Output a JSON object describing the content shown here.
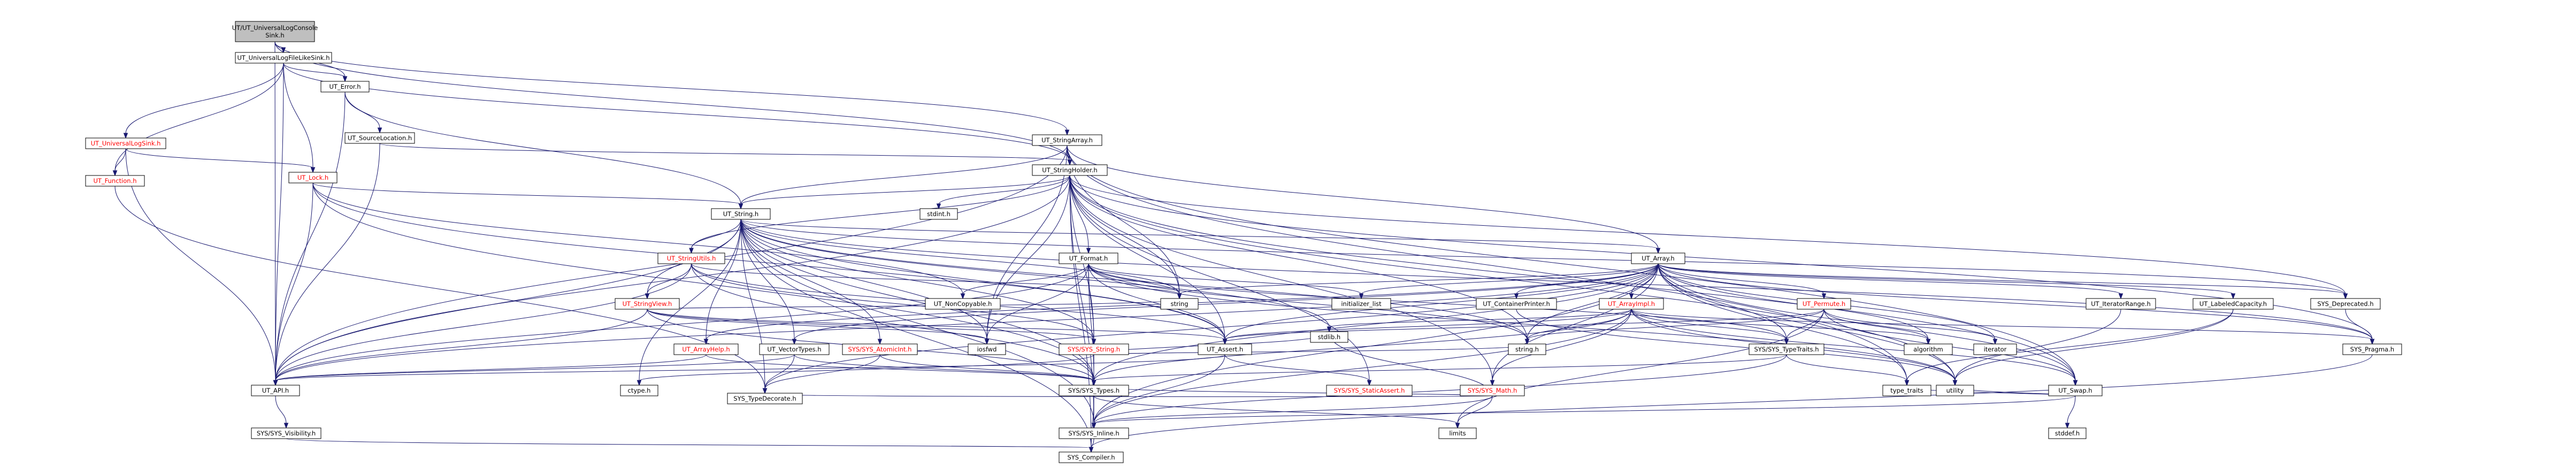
{
  "colors": {
    "root_fill": "#bfbfbf",
    "node_fill": "#ffffff",
    "node_border": "#000000",
    "normal_text": "#000000",
    "linked_text": "#ff0000",
    "edge": "#191970"
  },
  "nodes": [
    {
      "id": "root",
      "lines": [
        "UT/UT_UniversalLogConsole",
        "Sink.h"
      ],
      "style": "root"
    },
    {
      "id": "ulfls",
      "lines": [
        "UT_UniversalLogFileLikeSink.h"
      ],
      "style": "normal"
    },
    {
      "id": "ulsink",
      "lines": [
        "UT_UniversalLogSink.h"
      ],
      "style": "linked"
    },
    {
      "id": "function",
      "lines": [
        "UT_Function.h"
      ],
      "style": "linked"
    },
    {
      "id": "error",
      "lines": [
        "UT_Error.h"
      ],
      "style": "normal"
    },
    {
      "id": "srcloc",
      "lines": [
        "UT_SourceLocation.h"
      ],
      "style": "normal"
    },
    {
      "id": "lock",
      "lines": [
        "UT_Lock.h"
      ],
      "style": "linked"
    },
    {
      "id": "strarray",
      "lines": [
        "UT_StringArray.h"
      ],
      "style": "normal"
    },
    {
      "id": "strholder",
      "lines": [
        "UT_StringHolder.h"
      ],
      "style": "normal"
    },
    {
      "id": "utstring",
      "lines": [
        "UT_String.h"
      ],
      "style": "normal"
    },
    {
      "id": "stdint",
      "lines": [
        "stdint.h"
      ],
      "style": "normal"
    },
    {
      "id": "strutils",
      "lines": [
        "UT_StringUtils.h"
      ],
      "style": "linked"
    },
    {
      "id": "strview",
      "lines": [
        "UT_StringView.h"
      ],
      "style": "linked"
    },
    {
      "id": "format",
      "lines": [
        "UT_Format.h"
      ],
      "style": "normal"
    },
    {
      "id": "noncopy",
      "lines": [
        "UT_NonCopyable.h"
      ],
      "style": "normal"
    },
    {
      "id": "string",
      "lines": [
        "string"
      ],
      "style": "normal"
    },
    {
      "id": "initlist",
      "lines": [
        "initializer_list"
      ],
      "style": "normal"
    },
    {
      "id": "array",
      "lines": [
        "UT_Array.h"
      ],
      "style": "normal"
    },
    {
      "id": "arrayimpl",
      "lines": [
        "UT_ArrayImpl.h"
      ],
      "style": "linked"
    },
    {
      "id": "permute",
      "lines": [
        "UT_Permute.h"
      ],
      "style": "linked"
    },
    {
      "id": "contprinter",
      "lines": [
        "UT_ContainerPrinter.h"
      ],
      "style": "normal"
    },
    {
      "id": "iterrange",
      "lines": [
        "UT_IteratorRange.h"
      ],
      "style": "normal"
    },
    {
      "id": "labcap",
      "lines": [
        "UT_LabeledCapacity.h"
      ],
      "style": "normal"
    },
    {
      "id": "deprecated",
      "lines": [
        "SYS_Deprecated.h"
      ],
      "style": "normal"
    },
    {
      "id": "arrayhelp",
      "lines": [
        "UT_ArrayHelp.h"
      ],
      "style": "linked"
    },
    {
      "id": "vectortypes",
      "lines": [
        "UT_VectorTypes.h"
      ],
      "style": "normal"
    },
    {
      "id": "atomicint",
      "lines": [
        "SYS/SYS_AtomicInt.h"
      ],
      "style": "linked"
    },
    {
      "id": "iosfwd",
      "lines": [
        "iosfwd"
      ],
      "style": "normal"
    },
    {
      "id": "sysstring",
      "lines": [
        "SYS/SYS_String.h"
      ],
      "style": "linked"
    },
    {
      "id": "assert",
      "lines": [
        "UT_Assert.h"
      ],
      "style": "normal"
    },
    {
      "id": "sysmath",
      "lines": [
        "SYS/SYS_Math.h"
      ],
      "style": "linked"
    },
    {
      "id": "typetraits",
      "lines": [
        "SYS/SYS_TypeTraits.h"
      ],
      "style": "normal"
    },
    {
      "id": "algorithm",
      "lines": [
        "algorithm"
      ],
      "style": "normal"
    },
    {
      "id": "iterator",
      "lines": [
        "iterator"
      ],
      "style": "normal"
    },
    {
      "id": "swap",
      "lines": [
        "UT_Swap.h"
      ],
      "style": "normal"
    },
    {
      "id": "pragma",
      "lines": [
        "SYS_Pragma.h"
      ],
      "style": "normal"
    },
    {
      "id": "staticassert",
      "lines": [
        "SYS/SYS_StaticAssert.h"
      ],
      "style": "linked"
    },
    {
      "id": "ctype",
      "lines": [
        "ctype.h"
      ],
      "style": "normal"
    },
    {
      "id": "typedecorate",
      "lines": [
        "SYS_TypeDecorate.h"
      ],
      "style": "normal"
    },
    {
      "id": "systypes",
      "lines": [
        "SYS/SYS_Types.h"
      ],
      "style": "normal"
    },
    {
      "id": "stdlib",
      "lines": [
        "stdlib.h"
      ],
      "style": "normal"
    },
    {
      "id": "cstring",
      "lines": [
        "string.h"
      ],
      "style": "normal"
    },
    {
      "id": "utility",
      "lines": [
        "utility"
      ],
      "style": "normal"
    },
    {
      "id": "stddef",
      "lines": [
        "stddef.h"
      ],
      "style": "normal"
    },
    {
      "id": "stdtypetraits",
      "lines": [
        "type_traits"
      ],
      "style": "normal"
    },
    {
      "id": "utapi",
      "lines": [
        "UT_API.h"
      ],
      "style": "normal"
    },
    {
      "id": "visibility",
      "lines": [
        "SYS/SYS_Visibility.h"
      ],
      "style": "normal"
    },
    {
      "id": "limits",
      "lines": [
        "limits"
      ],
      "style": "normal"
    },
    {
      "id": "inline",
      "lines": [
        "SYS/SYS_Inline.h"
      ],
      "style": "normal"
    },
    {
      "id": "compiler",
      "lines": [
        "SYS_Compiler.h"
      ],
      "style": "normal"
    }
  ],
  "edges": [
    [
      "root",
      "ulfls"
    ],
    [
      "root",
      "error"
    ],
    [
      "root",
      "strarray"
    ],
    [
      "root",
      "strholder"
    ],
    [
      "root",
      "utapi"
    ],
    [
      "ulfls",
      "ulsink"
    ],
    [
      "ulfls",
      "function"
    ],
    [
      "ulfls",
      "error"
    ],
    [
      "ulfls",
      "lock"
    ],
    [
      "ulfls",
      "strholder"
    ],
    [
      "ulfls",
      "utapi"
    ],
    [
      "ulsink",
      "function"
    ],
    [
      "ulsink",
      "lock"
    ],
    [
      "ulsink",
      "utapi"
    ],
    [
      "function",
      "typedecorate"
    ],
    [
      "error",
      "srcloc"
    ],
    [
      "error",
      "utstring"
    ],
    [
      "error",
      "utapi"
    ],
    [
      "srcloc",
      "strholder"
    ],
    [
      "srcloc",
      "utapi"
    ],
    [
      "lock",
      "utstring"
    ],
    [
      "lock",
      "noncopy"
    ],
    [
      "lock",
      "utapi"
    ],
    [
      "lock",
      "systypes"
    ],
    [
      "lock",
      "assert"
    ],
    [
      "strarray",
      "strholder"
    ],
    [
      "strarray",
      "array"
    ],
    [
      "strarray",
      "utstring"
    ],
    [
      "strarray",
      "utapi"
    ],
    [
      "strarray",
      "string"
    ],
    [
      "strarray",
      "stdtypetraits"
    ],
    [
      "strarray",
      "swap"
    ],
    [
      "strarray",
      "iosfwd"
    ],
    [
      "strholder",
      "utstring"
    ],
    [
      "strholder",
      "format"
    ],
    [
      "strholder",
      "stdint"
    ],
    [
      "strholder",
      "strutils"
    ],
    [
      "strholder",
      "sysstring"
    ],
    [
      "strholder",
      "string"
    ],
    [
      "strholder",
      "utapi"
    ],
    [
      "strholder",
      "assert"
    ],
    [
      "strholder",
      "swap"
    ],
    [
      "strholder",
      "pragma"
    ],
    [
      "strholder",
      "compiler"
    ],
    [
      "strholder",
      "inline"
    ],
    [
      "strholder",
      "staticassert"
    ],
    [
      "strholder",
      "sysmath"
    ],
    [
      "strholder",
      "deprecated"
    ],
    [
      "strholder",
      "iosfwd"
    ],
    [
      "strholder",
      "utility"
    ],
    [
      "strholder",
      "cstring"
    ],
    [
      "utstring",
      "strutils"
    ],
    [
      "utstring",
      "strview"
    ],
    [
      "utstring",
      "arrayhelp"
    ],
    [
      "utstring",
      "vectortypes"
    ],
    [
      "utstring",
      "atomicint"
    ],
    [
      "utstring",
      "iosfwd"
    ],
    [
      "utstring",
      "sysstring"
    ],
    [
      "utstring",
      "assert"
    ],
    [
      "utstring",
      "utapi"
    ],
    [
      "utstring",
      "string"
    ],
    [
      "utstring",
      "ctype"
    ],
    [
      "utstring",
      "stdlib"
    ],
    [
      "utstring",
      "cstring"
    ],
    [
      "utstring",
      "systypes"
    ],
    [
      "utstring",
      "typedecorate"
    ],
    [
      "utstring",
      "inline"
    ],
    [
      "utstring",
      "compiler"
    ],
    [
      "utstring",
      "deprecated"
    ],
    [
      "utstring",
      "pragma"
    ],
    [
      "utstring",
      "array"
    ],
    [
      "strutils",
      "strview"
    ],
    [
      "strutils",
      "utapi"
    ],
    [
      "strutils",
      "sysstring"
    ],
    [
      "strutils",
      "systypes"
    ],
    [
      "strutils",
      "assert"
    ],
    [
      "strutils",
      "string"
    ],
    [
      "strview",
      "utapi"
    ],
    [
      "strview",
      "sysstring"
    ],
    [
      "strview",
      "systypes"
    ],
    [
      "strview",
      "iosfwd"
    ],
    [
      "strview",
      "string"
    ],
    [
      "strview",
      "assert"
    ],
    [
      "format",
      "noncopy"
    ],
    [
      "format",
      "assert"
    ],
    [
      "format",
      "sysstring"
    ],
    [
      "format",
      "systypes"
    ],
    [
      "format",
      "typetraits"
    ],
    [
      "format",
      "string"
    ],
    [
      "format",
      "initlist"
    ],
    [
      "format",
      "iosfwd"
    ],
    [
      "format",
      "utility"
    ],
    [
      "format",
      "cstring"
    ],
    [
      "format",
      "utapi"
    ],
    [
      "array",
      "arrayimpl"
    ],
    [
      "array",
      "permute"
    ],
    [
      "array",
      "contprinter"
    ],
    [
      "array",
      "iterrange"
    ],
    [
      "array",
      "labcap"
    ],
    [
      "array",
      "deprecated"
    ],
    [
      "array",
      "assert"
    ],
    [
      "array",
      "swap"
    ],
    [
      "array",
      "typetraits"
    ],
    [
      "array",
      "sysmath"
    ],
    [
      "array",
      "algorithm"
    ],
    [
      "array",
      "iterator"
    ],
    [
      "array",
      "initlist"
    ],
    [
      "array",
      "string"
    ],
    [
      "array",
      "stdtypetraits"
    ],
    [
      "array",
      "utility"
    ],
    [
      "array",
      "cstring"
    ],
    [
      "array",
      "arrayhelp"
    ],
    [
      "array",
      "vectortypes"
    ],
    [
      "array",
      "systypes"
    ],
    [
      "array",
      "typedecorate"
    ],
    [
      "array",
      "utapi"
    ],
    [
      "array",
      "pragma"
    ],
    [
      "array",
      "inline"
    ],
    [
      "arrayimpl",
      "assert"
    ],
    [
      "arrayimpl",
      "swap"
    ],
    [
      "arrayimpl",
      "typetraits"
    ],
    [
      "arrayimpl",
      "sysmath"
    ],
    [
      "arrayimpl",
      "algorithm"
    ],
    [
      "arrayimpl",
      "utility"
    ],
    [
      "arrayimpl",
      "cstring"
    ],
    [
      "arrayimpl",
      "stdlib"
    ],
    [
      "arrayimpl",
      "systypes"
    ],
    [
      "arrayimpl",
      "inline"
    ],
    [
      "arrayimpl",
      "pragma"
    ],
    [
      "permute",
      "swap"
    ],
    [
      "permute",
      "assert"
    ],
    [
      "permute",
      "algorithm"
    ],
    [
      "permute",
      "iterator"
    ],
    [
      "permute",
      "limits"
    ],
    [
      "permute",
      "cstring"
    ],
    [
      "permute",
      "typetraits"
    ],
    [
      "contprinter",
      "utility"
    ],
    [
      "iterrange",
      "utility"
    ],
    [
      "labcap",
      "utility"
    ],
    [
      "labcap",
      "stdtypetraits"
    ],
    [
      "deprecated",
      "pragma"
    ],
    [
      "arrayhelp",
      "utapi"
    ],
    [
      "arrayhelp",
      "systypes"
    ],
    [
      "vectortypes",
      "typedecorate"
    ],
    [
      "vectortypes",
      "systypes"
    ],
    [
      "vectortypes",
      "utapi"
    ],
    [
      "atomicint",
      "systypes"
    ],
    [
      "atomicint",
      "typedecorate"
    ],
    [
      "sysstring",
      "systypes"
    ],
    [
      "sysstring",
      "inline"
    ],
    [
      "sysstring",
      "cstring"
    ],
    [
      "sysstring",
      "ctype"
    ],
    [
      "sysstring",
      "stdlib"
    ],
    [
      "assert",
      "utapi"
    ],
    [
      "assert",
      "inline"
    ],
    [
      "assert",
      "staticassert"
    ],
    [
      "sysmath",
      "systypes"
    ],
    [
      "sysmath",
      "stdlib"
    ],
    [
      "sysmath",
      "limits"
    ],
    [
      "sysmath",
      "inline"
    ],
    [
      "sysmath",
      "typedecorate"
    ],
    [
      "typetraits",
      "stdtypetraits"
    ],
    [
      "typetraits",
      "systypes"
    ],
    [
      "typetraits",
      "inline"
    ],
    [
      "swap",
      "utility"
    ],
    [
      "swap",
      "stdtypetraits"
    ],
    [
      "swap",
      "stddef"
    ],
    [
      "swap",
      "inline"
    ],
    [
      "pragma",
      "compiler"
    ],
    [
      "systypes",
      "inline"
    ],
    [
      "systypes",
      "compiler"
    ],
    [
      "systypes",
      "limits"
    ],
    [
      "utapi",
      "visibility"
    ],
    [
      "visibility",
      "compiler"
    ],
    [
      "inline",
      "compiler"
    ]
  ]
}
